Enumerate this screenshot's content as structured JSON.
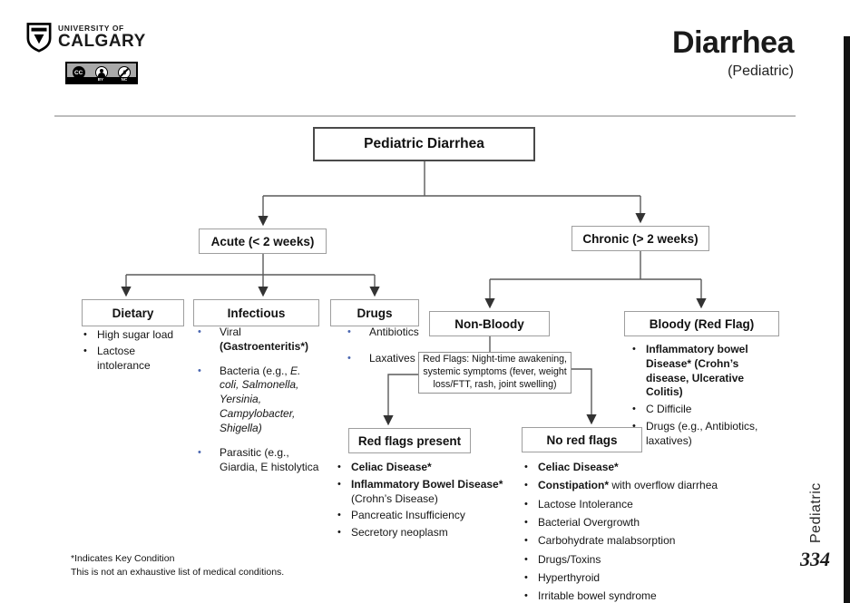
{
  "header": {
    "university_line1": "UNIVERSITY OF",
    "university_line2": "CALGARY",
    "license": {
      "cc": "CC",
      "by": "BY",
      "nc": "NC"
    },
    "title": "Diarrhea",
    "subtitle": "(Pediatric)"
  },
  "flowchart": {
    "root": "Pediatric Diarrhea",
    "acute": "Acute (< 2 weeks)",
    "chronic": "Chronic (> 2 weeks)",
    "dietary": "Dietary",
    "infectious": "Infectious",
    "drugs": "Drugs",
    "non_bloody": "Non-Bloody",
    "bloody": "Bloody (Red Flag)",
    "red_flags_note": "Red Flags: Night-time awakening, systemic symptoms (fever, weight loss/FTT, rash, joint swelling)",
    "red_flags_present": "Red flags present",
    "no_red_flags": "No red flags"
  },
  "lists": {
    "dietary": {
      "bullet_color": "#000000",
      "items": [
        [
          {
            "t": "High sugar load"
          }
        ],
        [
          {
            "t": "Lactose intolerance"
          }
        ]
      ]
    },
    "infectious": {
      "bullet_color": "#4a66b0",
      "items": [
        [
          {
            "t": "Viral "
          },
          {
            "t": "(Gastroenteritis*)",
            "b": true
          }
        ],
        [
          {
            "t": "Bacteria (e.g., "
          },
          {
            "t": "E. coli, Salmonella, Yersinia, Campylobacter, Shigella)",
            "i": true
          }
        ],
        [
          {
            "t": "Parasitic (e.g., Giardia, E histolytica"
          }
        ]
      ]
    },
    "drugs": {
      "bullet_color": "#4a66b0",
      "items": [
        [
          {
            "t": "Antibiotics"
          }
        ],
        [
          {
            "t": "Laxatives"
          }
        ]
      ]
    },
    "bloody": {
      "bullet_color": "#000000",
      "items": [
        [
          {
            "t": "Inflammatory bowel Disease* (Crohn’s disease, Ulcerative Colitis)",
            "b": true
          }
        ],
        [
          {
            "t": "C Difficile"
          }
        ],
        [
          {
            "t": "Drugs (e.g., Antibiotics, laxatives)"
          }
        ]
      ]
    },
    "red_flags_present": {
      "bullet_color": "#000000",
      "items": [
        [
          {
            "t": "Celiac Disease*",
            "b": true
          }
        ],
        [
          {
            "t": "Inflammatory Bowel Disease*",
            "b": true
          },
          {
            "t": " (Crohn’s Disease)"
          }
        ],
        [
          {
            "t": "Pancreatic Insufficiency"
          }
        ],
        [
          {
            "t": "Secretory neoplasm"
          }
        ]
      ]
    },
    "no_red_flags": {
      "bullet_color": "#000000",
      "items": [
        [
          {
            "t": "Celiac Disease*",
            "b": true
          }
        ],
        [
          {
            "t": "Constipation*",
            "b": true
          },
          {
            "t": " with overflow diarrhea"
          }
        ],
        [
          {
            "t": "Lactose Intolerance"
          }
        ],
        [
          {
            "t": "Bacterial Overgrowth"
          }
        ],
        [
          {
            "t": "Carbohydrate malabsorption"
          }
        ],
        [
          {
            "t": "Drugs/Toxins"
          }
        ],
        [
          {
            "t": "Hyperthyroid"
          }
        ],
        [
          {
            "t": "Irritable bowel syndrome"
          }
        ]
      ]
    }
  },
  "footnotes": {
    "line1": "*Indicates Key Condition",
    "line2": "This is not an exhaustive list of medical conditions."
  },
  "sidebar": {
    "tab_label": "Pediatric",
    "page_number": "334"
  },
  "colors": {
    "accent_bullet_blue": "#4a66b0",
    "box_border_gray": "#9e9e9e",
    "connector_gray": "#5a5a5a",
    "side_bar_black": "#121212",
    "separator_gray": "#bdbdbd"
  }
}
